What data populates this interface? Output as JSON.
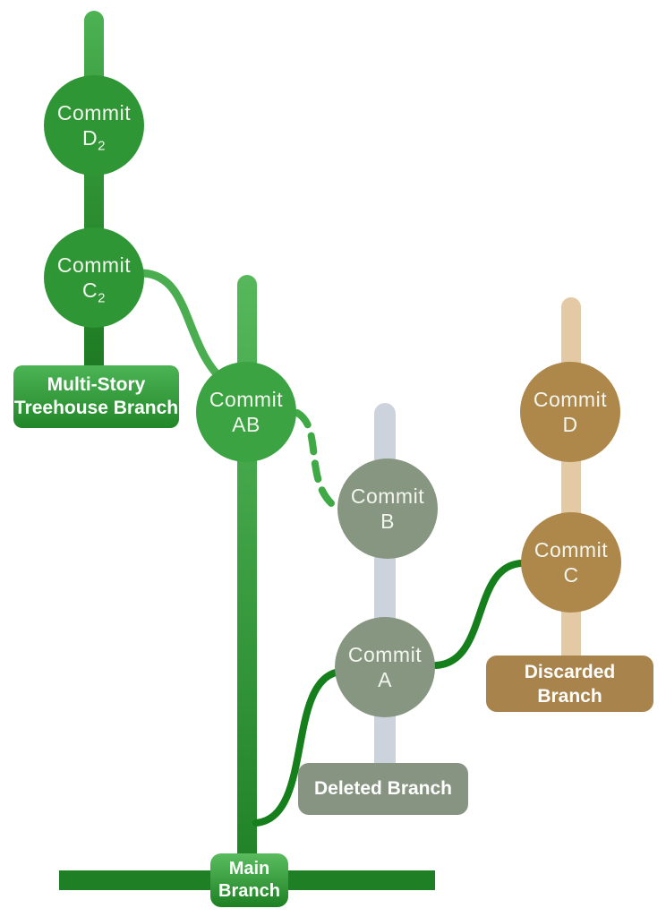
{
  "diagram": {
    "background": "#ffffff",
    "branches": [
      {
        "name": "Multi-Story Treehouse Branch",
        "label_lines": [
          "Multi-Story",
          "Treehouse Branch"
        ],
        "commits": [
          {
            "line1": "Commit",
            "id": "D",
            "subscript": "2"
          },
          {
            "line1": "Commit",
            "id": "C",
            "subscript": "2"
          }
        ],
        "colors": {
          "node": "#2f9636",
          "trunk_top": "#4db253",
          "trunk_bottom": "#1e7b23",
          "label_top": "#4cb455",
          "label_bottom": "#218627",
          "text": "#ffffff"
        }
      },
      {
        "name": "Main Branch",
        "label_lines": [
          "Main",
          "Branch"
        ],
        "commits": [
          {
            "line1": "Commit",
            "id": "AB"
          }
        ],
        "colors": {
          "node": "#3ba342",
          "trunk_top": "#56b85b",
          "trunk_bottom": "#1f8025",
          "baseline_bar": "#1e7f24",
          "label_top": "#5abc5f",
          "label_bottom": "#1d8124",
          "text": "#ffffff"
        }
      },
      {
        "name": "Deleted Branch",
        "label_lines": [
          "Deleted Branch"
        ],
        "commits": [
          {
            "line1": "Commit",
            "id": "B"
          },
          {
            "line1": "Commit",
            "id": "A"
          }
        ],
        "colors": {
          "node": "#869680",
          "trunk": "#cdd3dd",
          "label_bg": "#879482",
          "text": "#ffffff"
        }
      },
      {
        "name": "Discarded Branch",
        "label_lines": [
          "Discarded",
          "Branch"
        ],
        "commits": [
          {
            "line1": "Commit",
            "id": "D"
          },
          {
            "line1": "Commit",
            "id": "C"
          }
        ],
        "colors": {
          "node": "#ad884a",
          "trunk": "#e4c9a5",
          "label_bg": "#a8834b",
          "text": "#ffffff"
        }
      }
    ],
    "connectors": {
      "solid_dark_green": "#157f1b",
      "solid_medium_green": "#4aae50",
      "dashed_green": "#3faa45"
    }
  }
}
